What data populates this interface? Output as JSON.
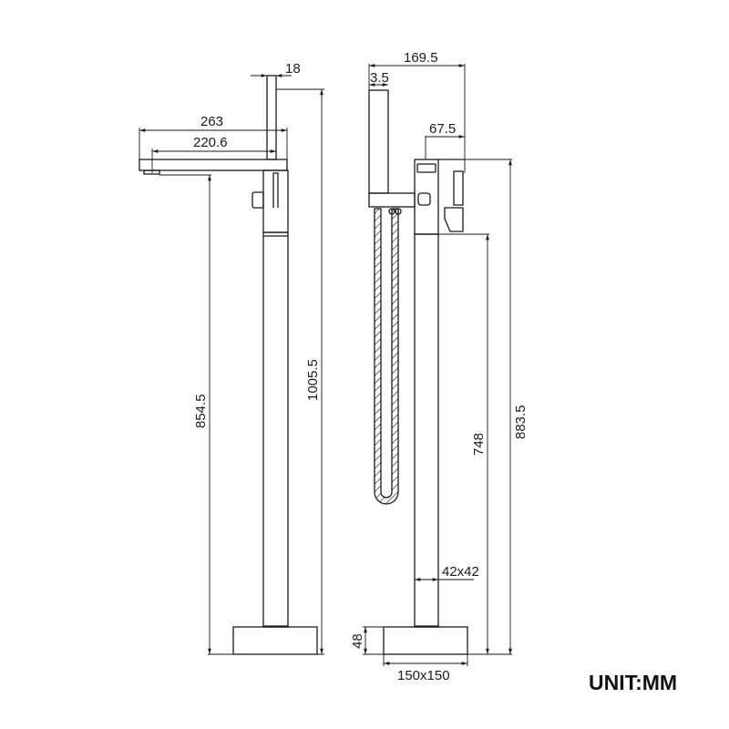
{
  "drawing": {
    "front_view": {
      "handshower_width": "18",
      "spout_length_total": "263",
      "spout_reach": "220.6",
      "spout_height": "854.5",
      "total_height": "1005.5"
    },
    "side_view": {
      "overall_depth": "169.5",
      "handshower_offset": "3.5",
      "handle_depth": "67.5",
      "outlet_height": "748",
      "body_height": "883.5",
      "pipe_section": "42x42",
      "base_height": "48",
      "base_size": "150x150"
    },
    "unit_label": "UNIT:MM",
    "line_color": "#1a1a1a"
  }
}
